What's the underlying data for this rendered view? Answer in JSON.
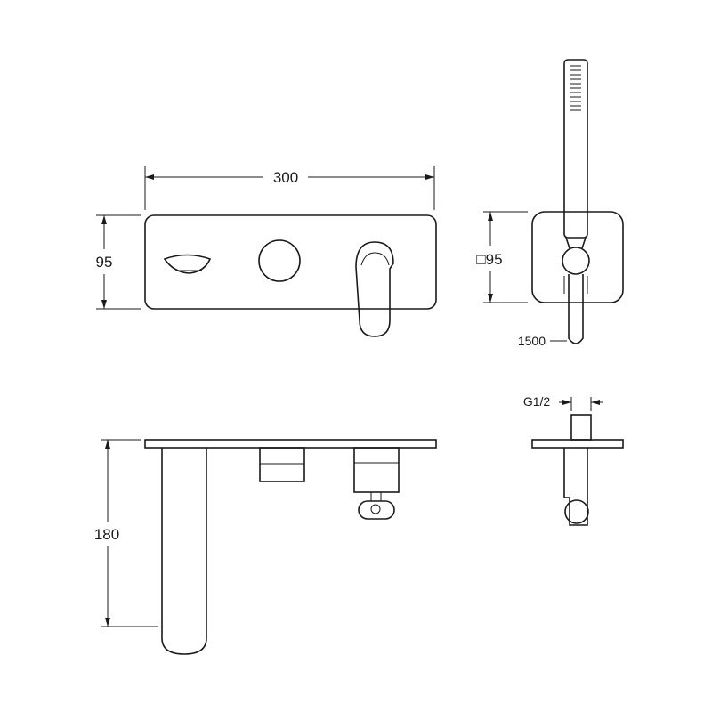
{
  "dimensions": {
    "width": "300",
    "height": "95",
    "square": "□95",
    "hose_length": "1500",
    "thread": "G1/2",
    "projection": "180"
  }
}
